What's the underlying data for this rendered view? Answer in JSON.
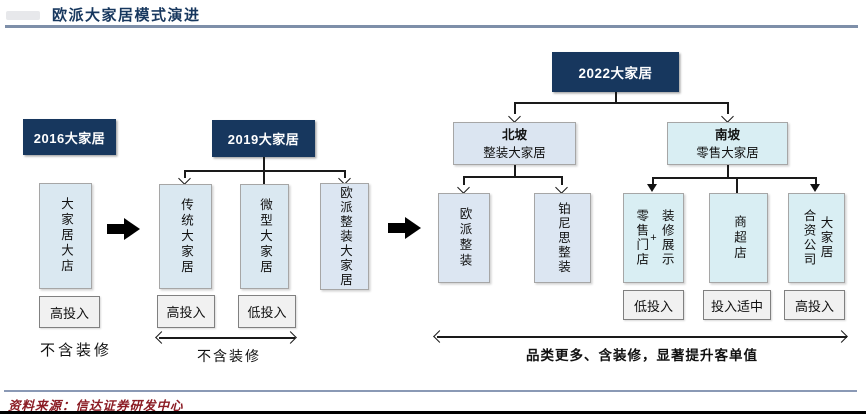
{
  "header": {
    "title": "欧派大家居模式演进"
  },
  "footer": {
    "source": "资料来源：信达证券研发中心"
  },
  "stage2016": {
    "label": "2016大家居",
    "store": "大家居大店",
    "invest": "高投入",
    "note": "不含装修"
  },
  "stage2019": {
    "label": "2019大家居",
    "children": [
      "传统大家居",
      "微型大家居",
      "欧派整装大家居"
    ],
    "invest": [
      "高投入",
      "低投入"
    ],
    "note": "不含装修"
  },
  "stage2022": {
    "label": "2022大家居",
    "north": {
      "name": "北坡",
      "desc": "整装大家居",
      "children": [
        "欧派整装",
        "铂尼思整装"
      ]
    },
    "south": {
      "name": "南坡",
      "desc": "零售大家居",
      "box1": {
        "col_left": "零售门店",
        "plus": "+",
        "col_right": "装修展示"
      },
      "box2": "商超店",
      "box3": {
        "col_left": "合资公司",
        "col_right": "大家居"
      },
      "invest": [
        "低投入",
        "投入适中",
        "高投入"
      ]
    },
    "note": "品类更多、含装修，显著提升客单值"
  },
  "colors": {
    "navy": "#17375E",
    "pale_blue": "#DAE8F1",
    "periwinkle": "#DCE6F2",
    "cyan": "#D9EEF3",
    "invest_gray": "#F1F1F1",
    "maroon": "#8B1C24"
  }
}
